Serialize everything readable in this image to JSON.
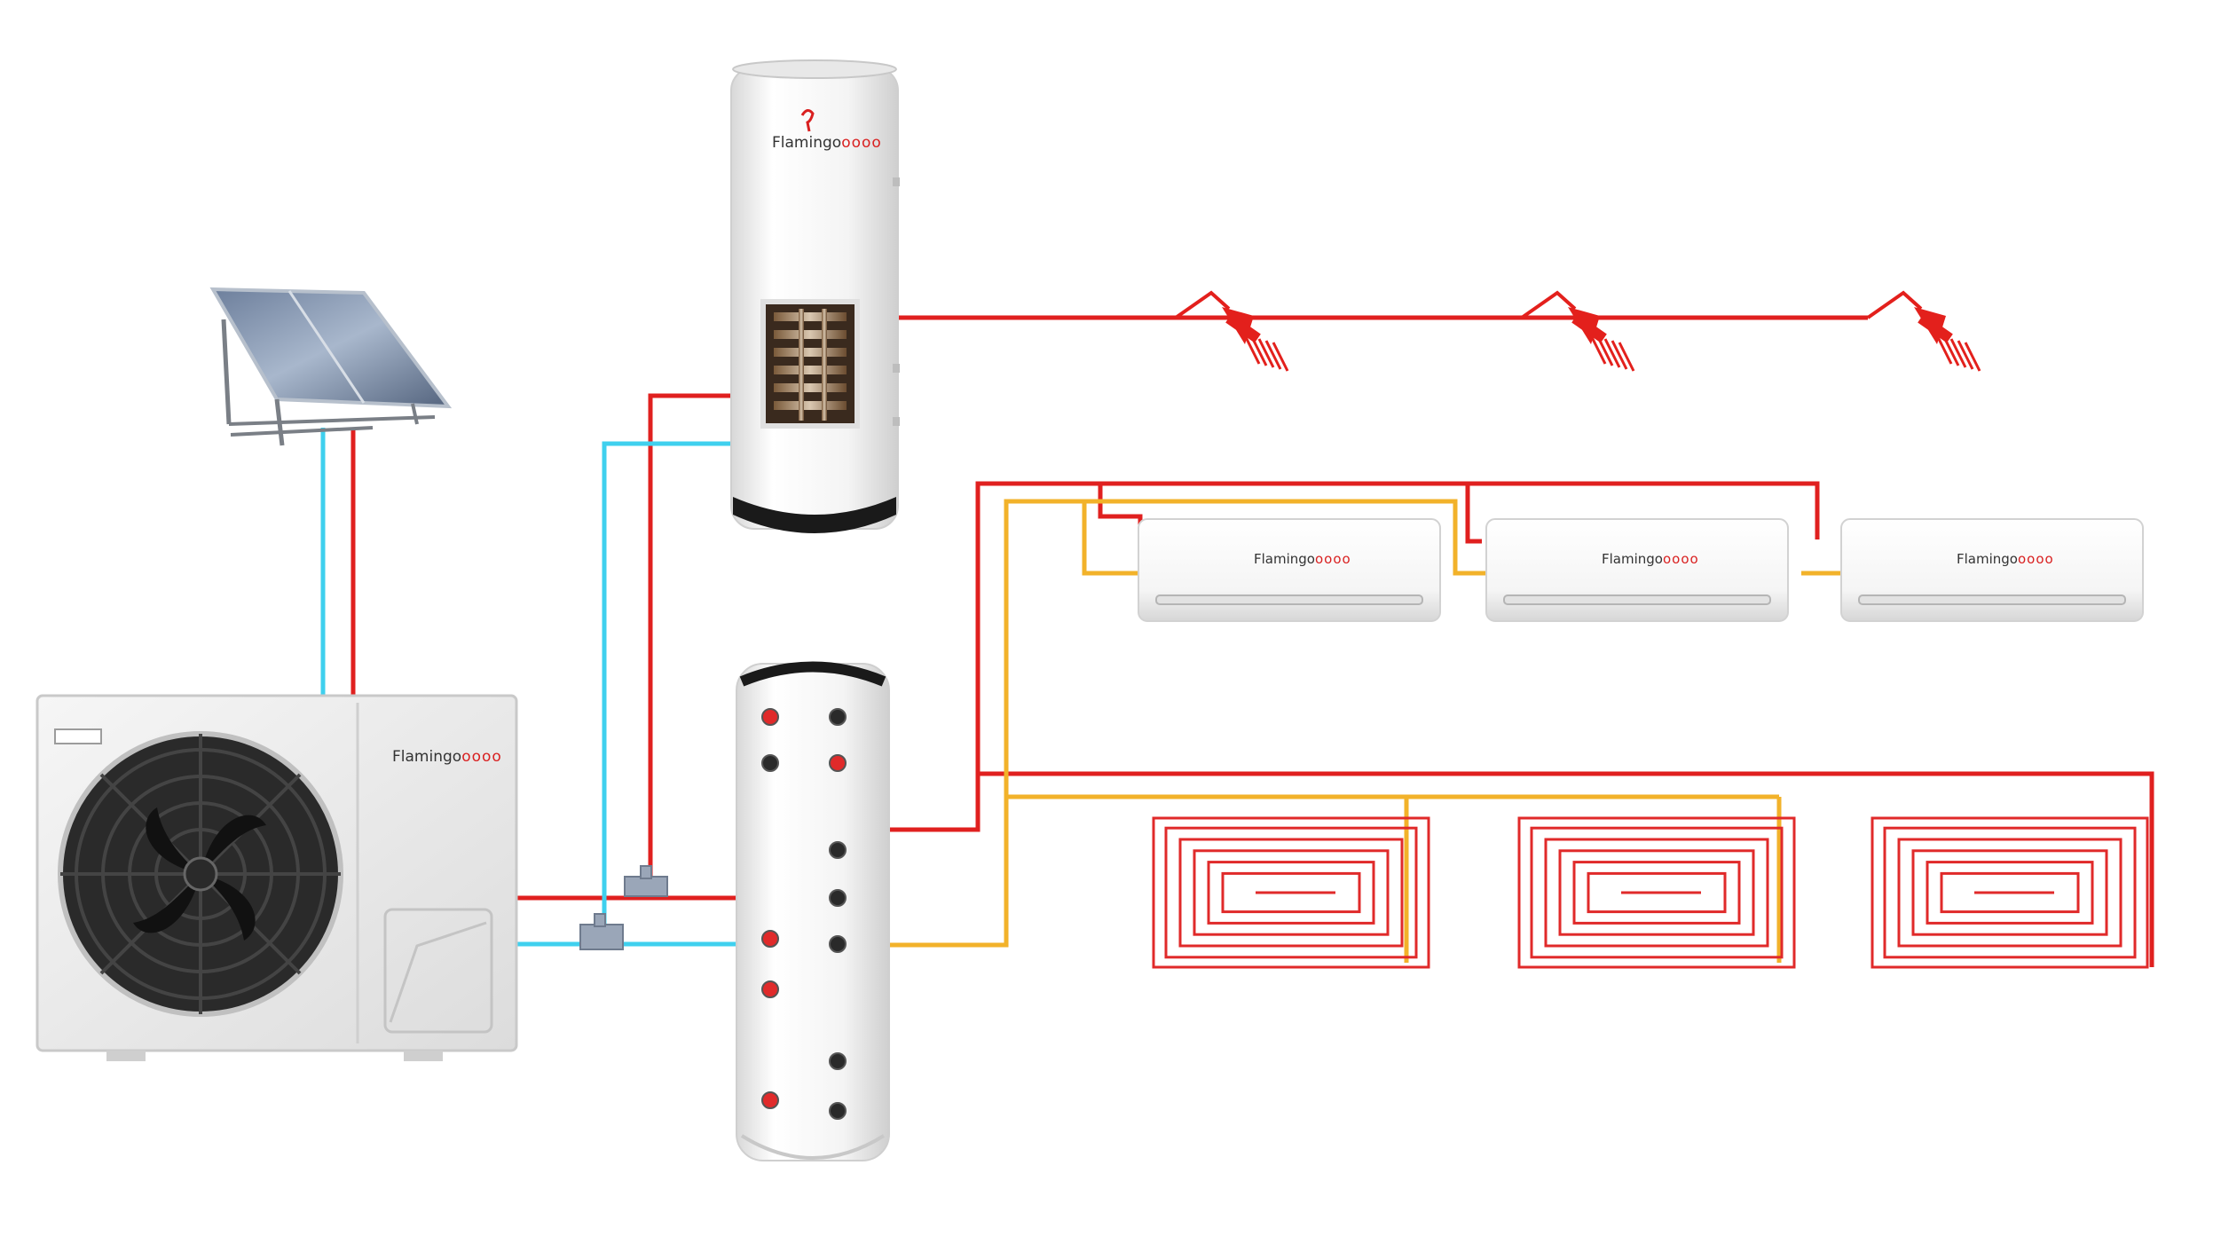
{
  "brand": {
    "wordmark": "Flamin",
    "suffix": "go",
    "dots": "oooo"
  },
  "colors": {
    "hot_pipe": "#e0201f",
    "cold_pipe": "#3fd0ee",
    "return_pipe": "#f2b22a",
    "shower": "#e3201c",
    "floor_heating": "#e02a2a",
    "unit_body": "#eeeeee",
    "fan": "#1c1c1c",
    "connector": "#9aa6b8"
  },
  "icons": {
    "solar": "solar-panel-icon",
    "heat_pump": "heat-pump-outdoor-unit-icon",
    "dhw_tank": "domestic-hot-water-tank-icon",
    "buffer_tank": "buffer-tank-icon",
    "shower": "shower-head-icon",
    "indoor_ac": "wall-mounted-ac-icon",
    "floor_coil": "underfloor-heating-coil-icon",
    "tee": "pipe-tee-connector-icon"
  }
}
